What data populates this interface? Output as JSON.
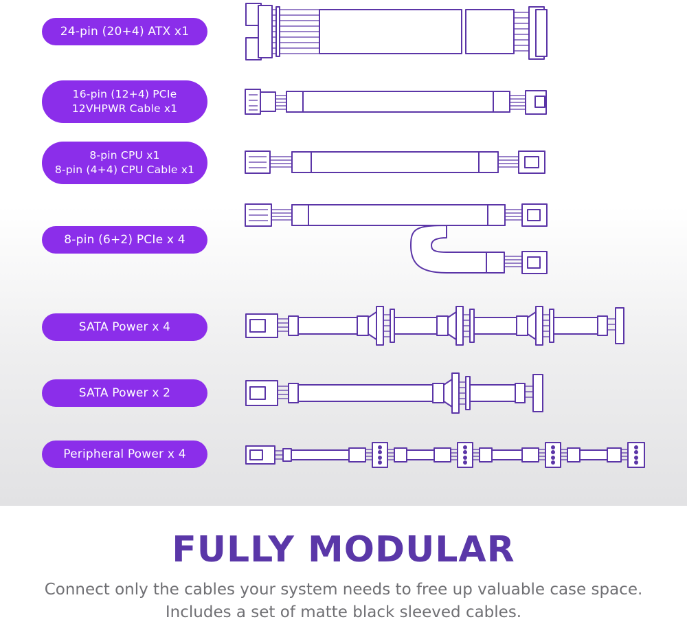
{
  "cables": [
    {
      "lines": [
        "24-pin (20+4) ATX x1"
      ]
    },
    {
      "lines": [
        "16-pin (12+4) PCIe",
        "12VHPWR Cable x1"
      ]
    },
    {
      "lines": [
        "8-pin CPU x1",
        "8-pin (4+4) CPU Cable x1"
      ]
    },
    {
      "lines": [
        "8-pin (6+2) PCIe x 4"
      ]
    },
    {
      "lines": [
        "SATA Power x 4"
      ]
    },
    {
      "lines": [
        "SATA Power x 2"
      ]
    },
    {
      "lines": [
        "Peripheral Power x 4"
      ]
    }
  ],
  "headline": "FULLY MODULAR",
  "tagline": [
    "Connect only the cables your system needs to free up valuable case space.",
    "Includes a set of matte black sleeved cables."
  ],
  "colors": {
    "pill": "#8b2eea",
    "line_art": "#5b35a7",
    "headline": "#5a37a8",
    "tagline": "#6f6f73"
  }
}
